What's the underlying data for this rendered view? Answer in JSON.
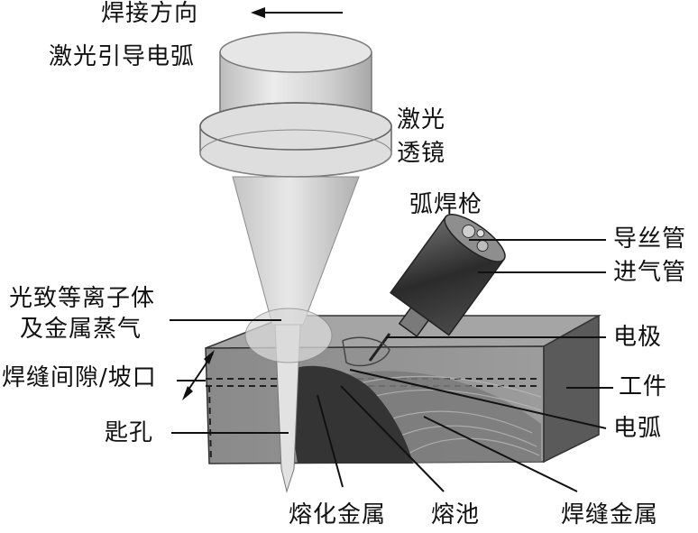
{
  "labels": {
    "direction": "焊接方向",
    "title": "激光引导电弧",
    "lens_line1": "激光",
    "lens_line2": "透镜",
    "torch": "弧焊枪",
    "wire_tube": "导丝管",
    "gas_tube": "进气管",
    "plasma_line1": "光致等离子体",
    "plasma_line2": "及金属蒸气",
    "electrode": "电极",
    "gap": "焊缝间隙/坡口",
    "workpiece": "工件",
    "keyhole": "匙孔",
    "arc": "电弧",
    "melted_metal": "熔化金属",
    "pool": "熔池",
    "weld_metal": "焊缝金属"
  },
  "colors": {
    "line": "#111111",
    "block_top": "#9a9a9a",
    "block_front": "#7d7d7d",
    "block_side": "#575757",
    "lens": "#dcdcdc",
    "molten": "#3a3a3a"
  }
}
